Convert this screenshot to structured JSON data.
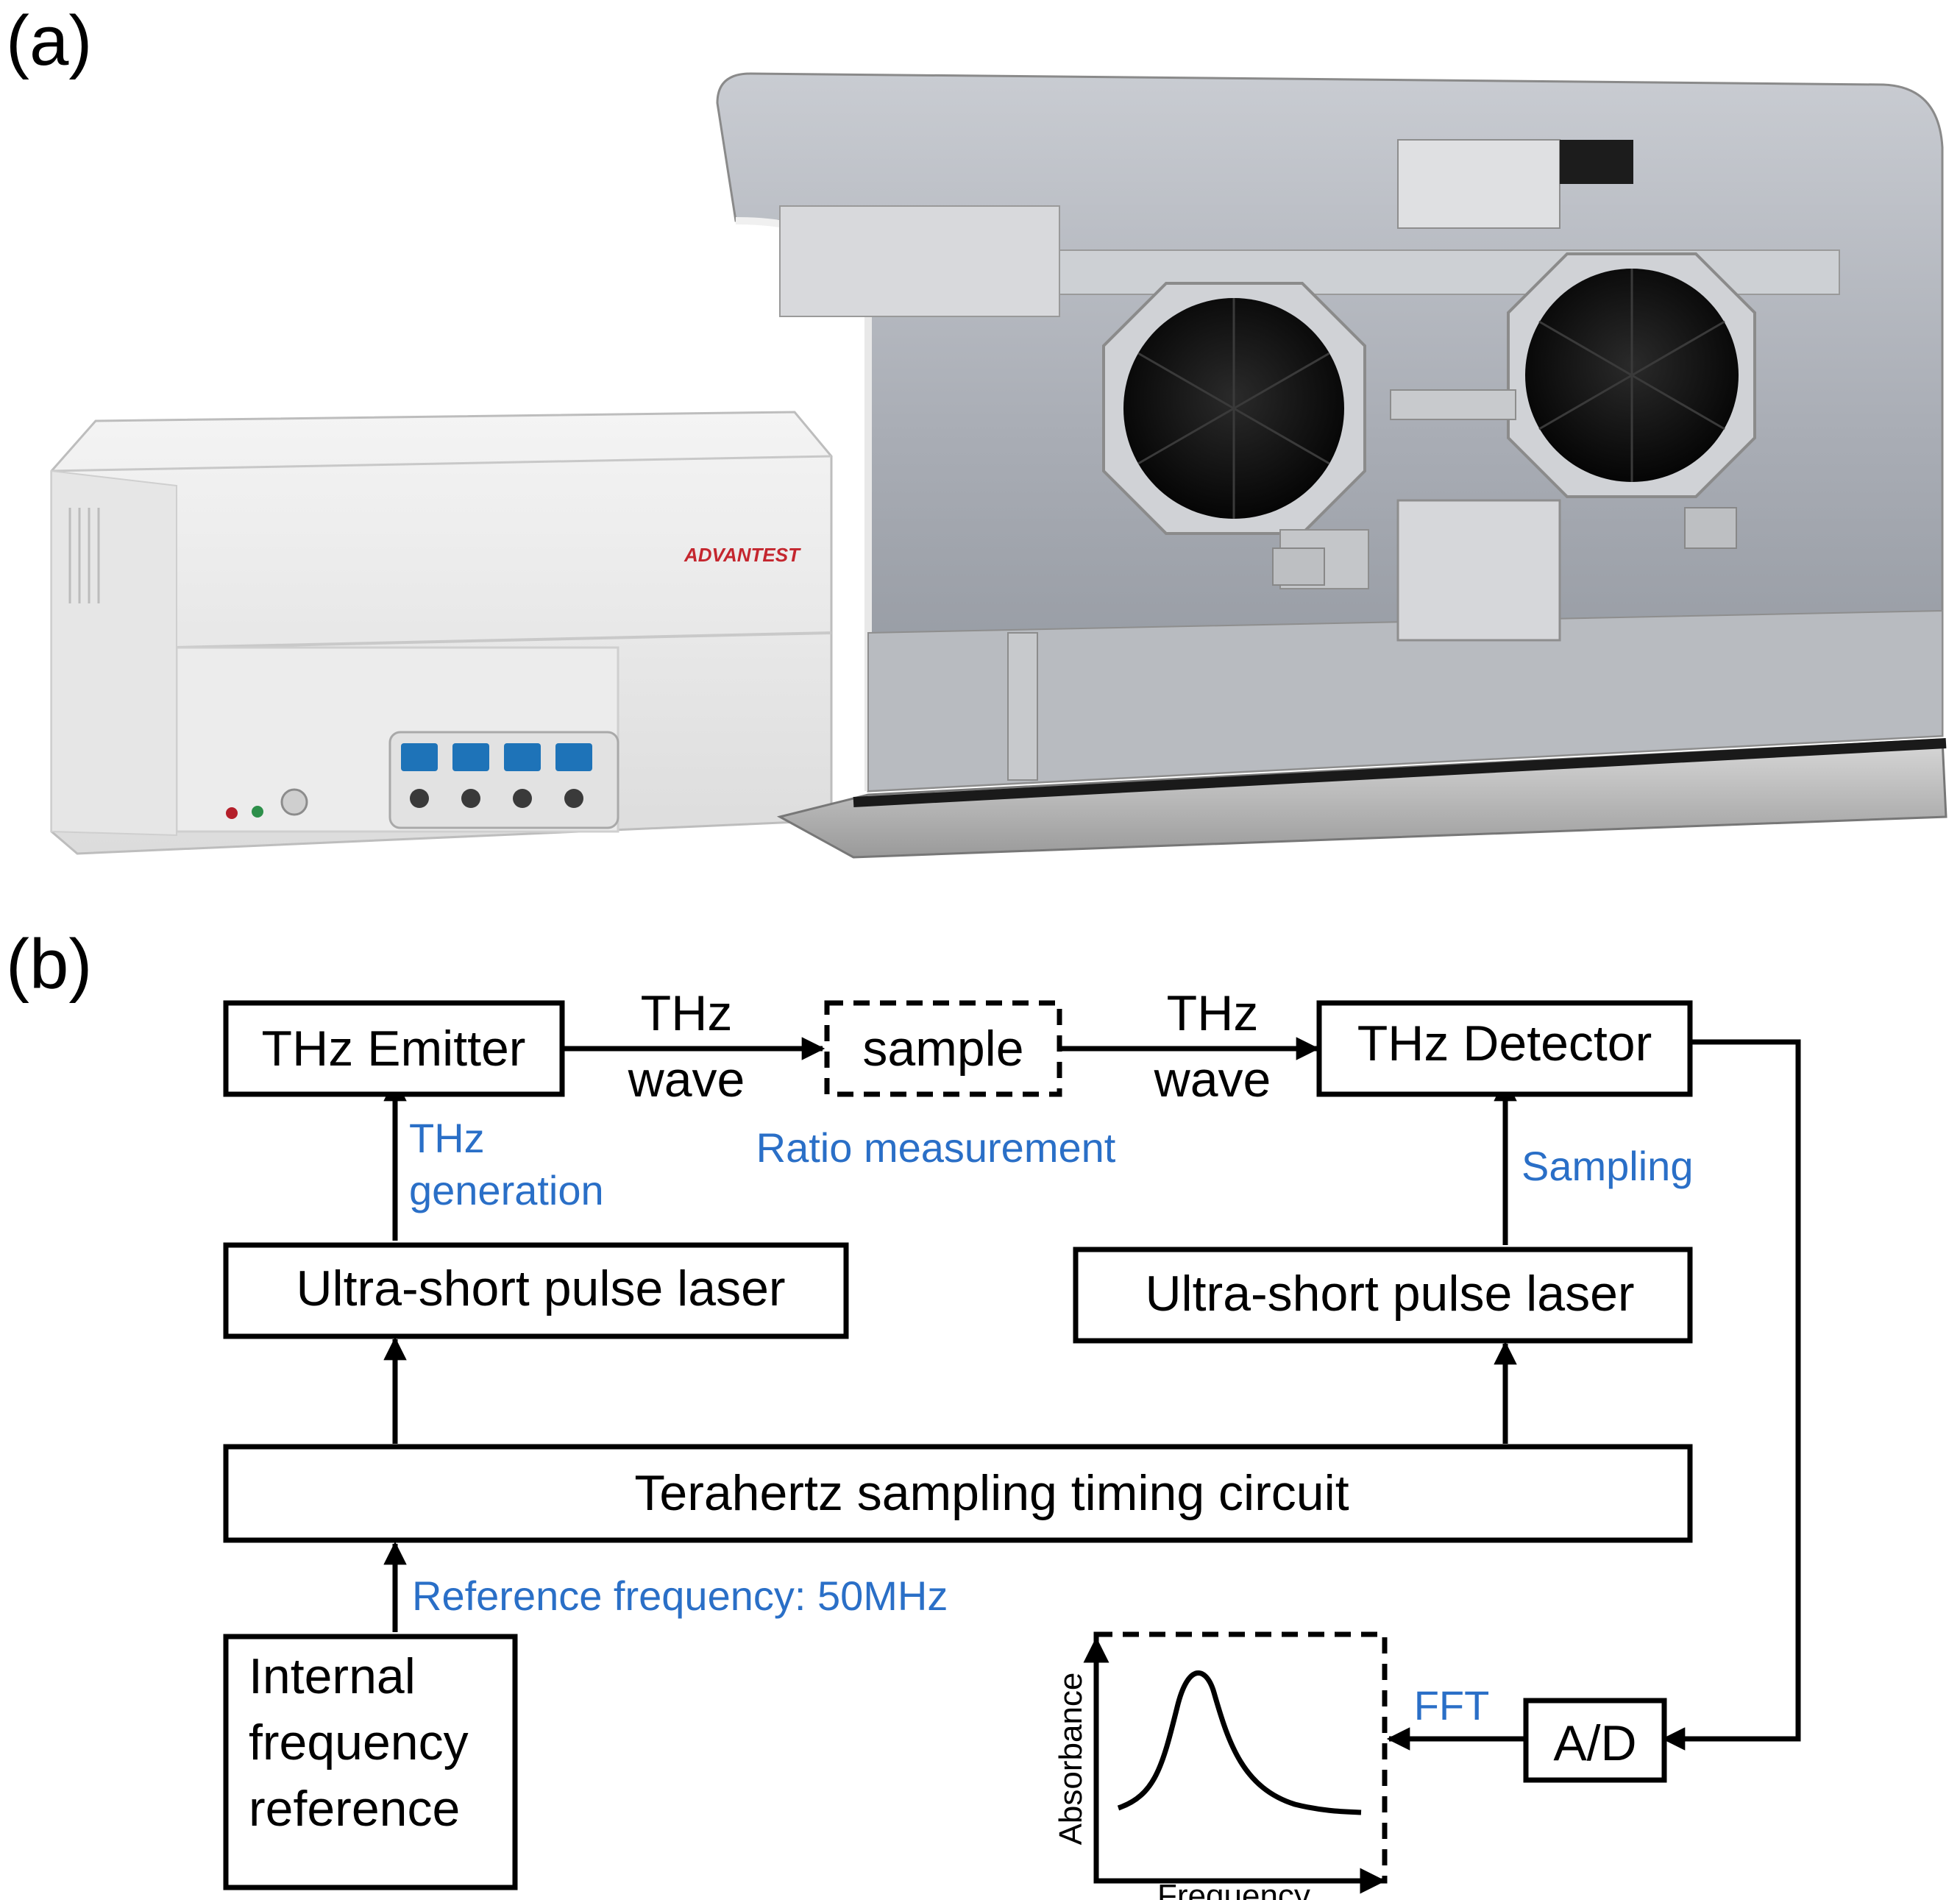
{
  "panel_a_label": "(a)",
  "panel_b_label": "(b)",
  "photo": {
    "brand": "ADVANTEST"
  },
  "nodes": {
    "emitter": "THz Emitter",
    "sample": "sample",
    "detector": "THz Detector",
    "laser_left": "Ultra-short pulse laser",
    "laser_right": "Ultra-short pulse laser",
    "timing": "Terahertz sampling timing circuit",
    "ifr_line1": "Internal",
    "ifr_line2": "frequency",
    "ifr_line3": "reference",
    "ad": "A/D"
  },
  "edge_labels": {
    "wave1_line1": "THz",
    "wave1_line2": "wave",
    "wave2_line1": "THz",
    "wave2_line2": "wave",
    "ratio": "Ratio measurement",
    "thzgen_line1": "THz",
    "thzgen_line2": "generation",
    "sampling": "Sampling",
    "ref_freq": "Reference frequency: 50MHz",
    "fft": "FFT"
  },
  "spectrum_plot": {
    "xlabel": "Frequency",
    "ylabel": "Absorbance"
  },
  "colors": {
    "annotation_blue": "#2a6fc7"
  }
}
